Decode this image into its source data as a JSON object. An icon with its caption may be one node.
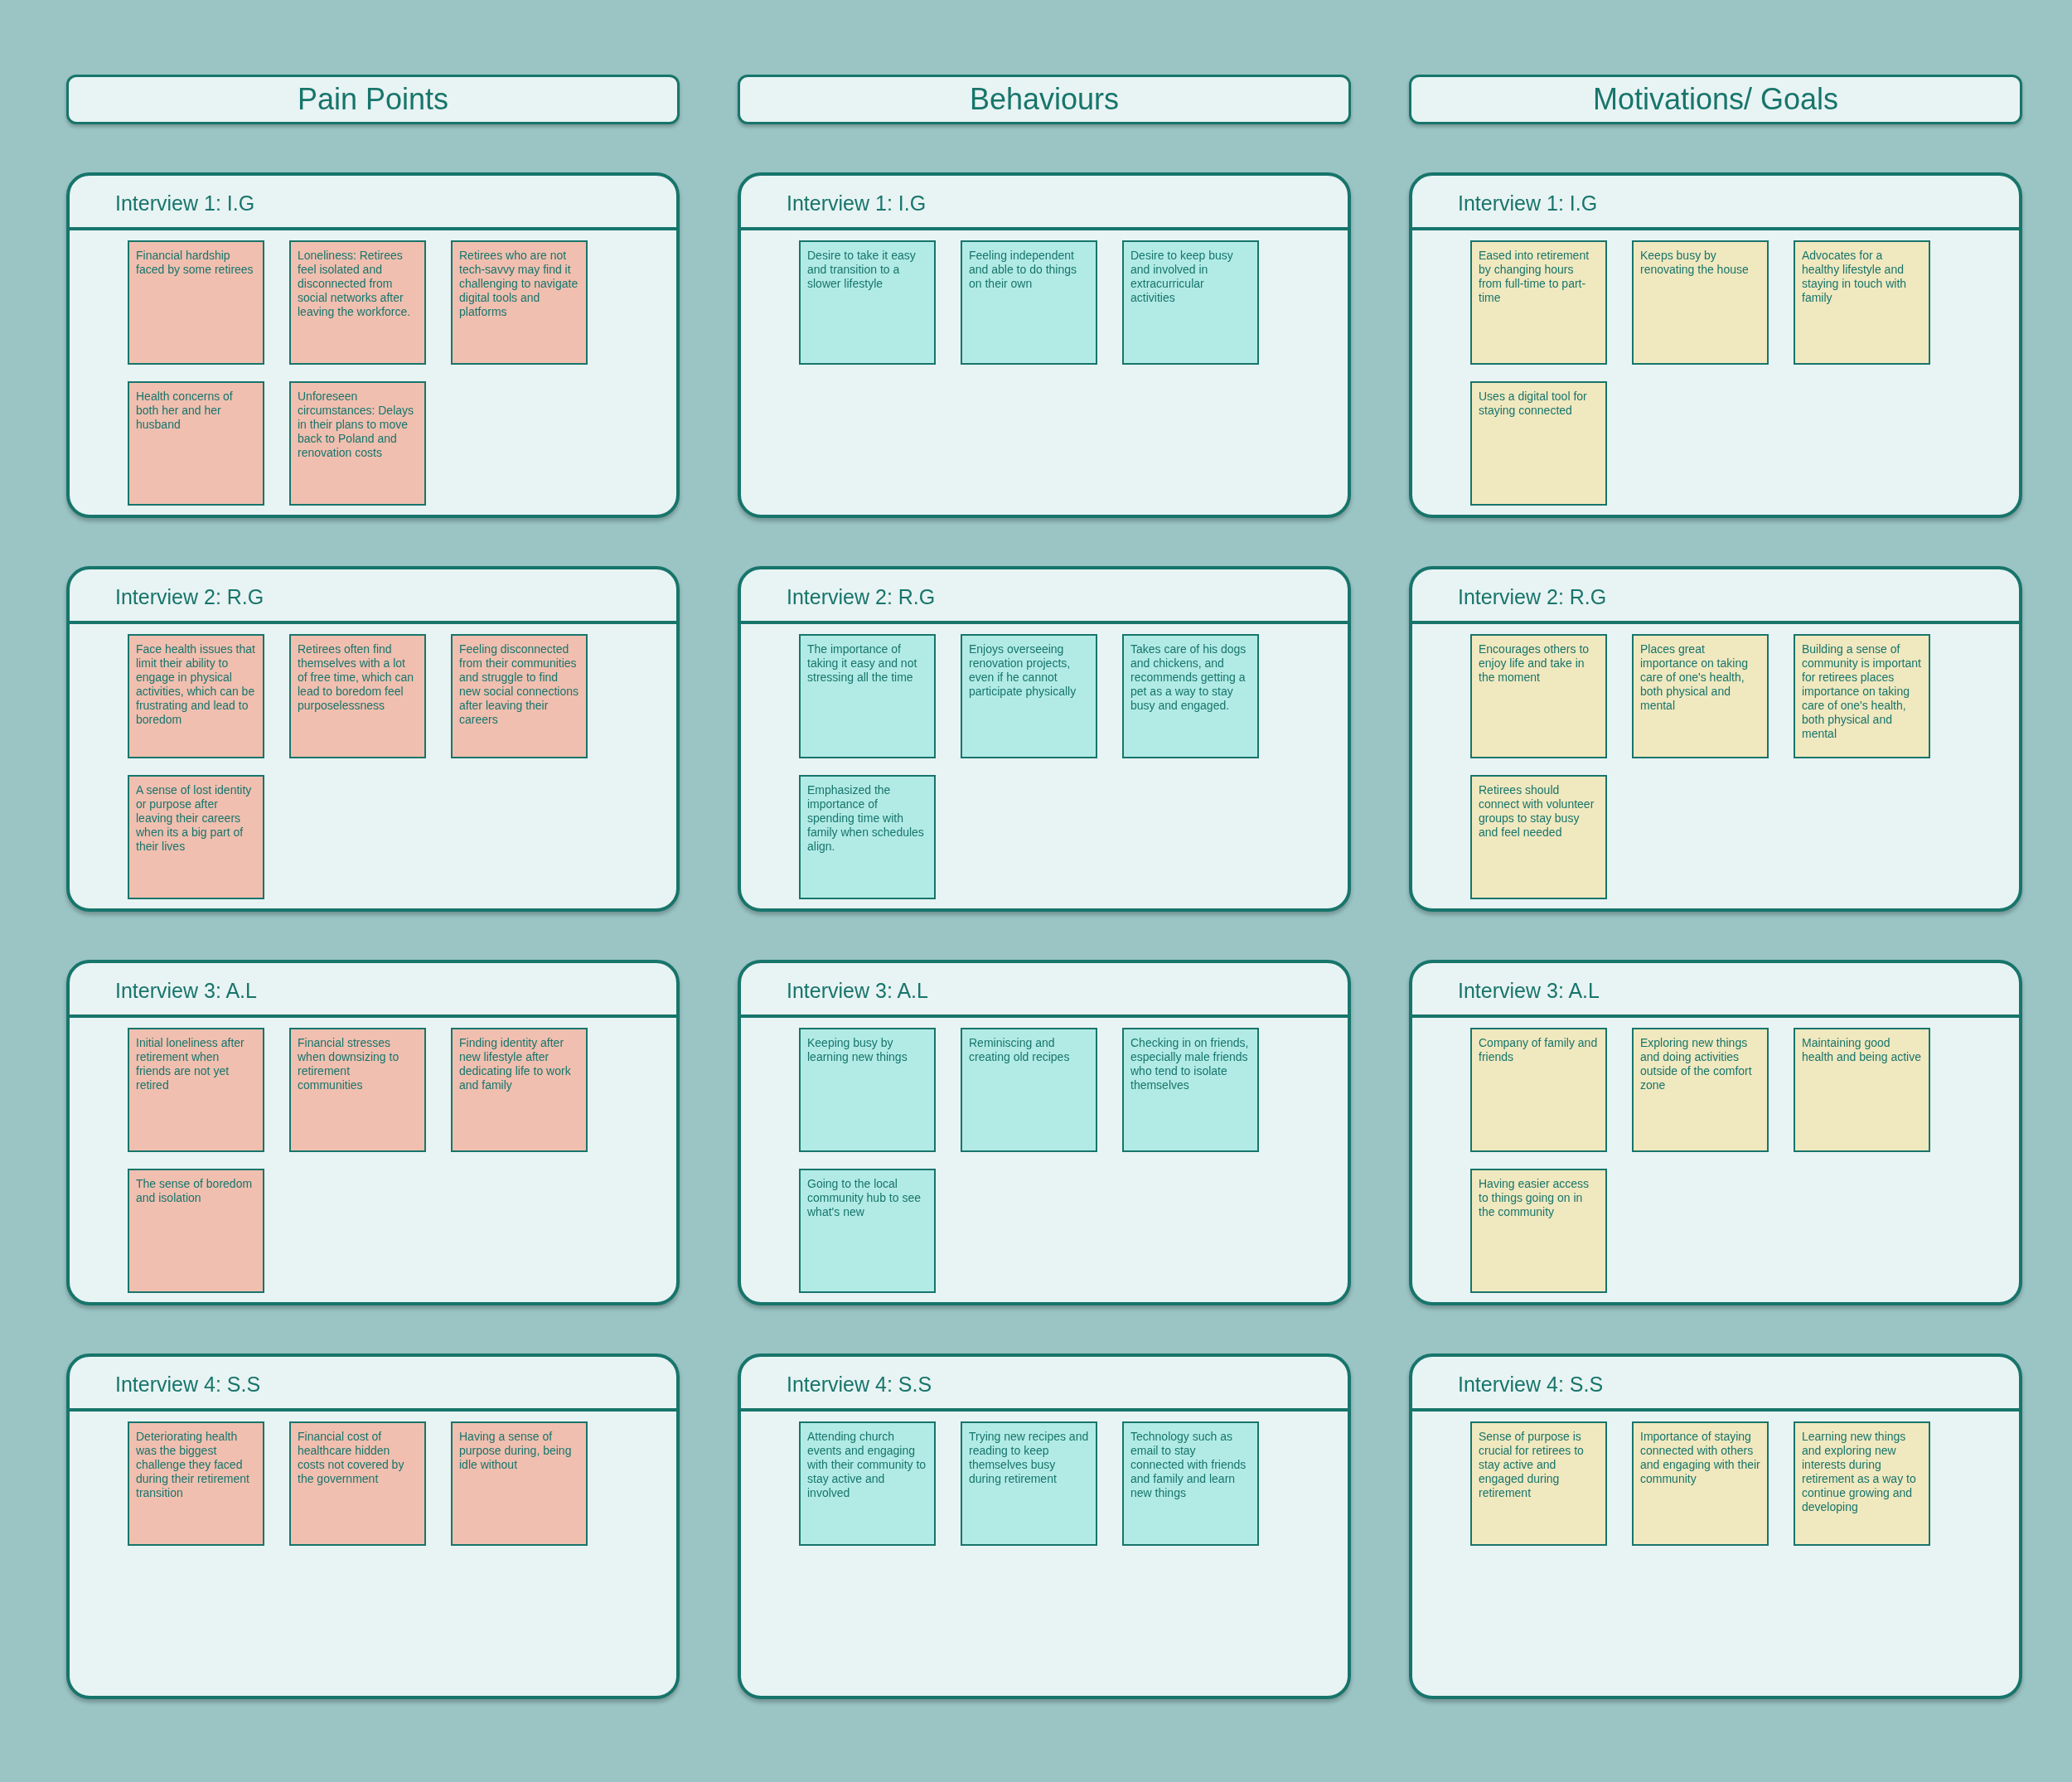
{
  "diagram": {
    "nodes": [
      {
        "text": [
          "Pain Points"
        ]
      },
      {
        "text": [
          "Behaviours"
        ]
      },
      {
        "text": [
          "Motivations/ Goals"
        ]
      },
      {
        "text": [
          "Interview 1: I.G"
        ]
      },
      {
        "text": [
          "Financial hardship faced by some retirees"
        ],
        "in": 3
      },
      {
        "text": [
          "Loneliness: Retirees feel isolated and disconnected from social networks after leaving the workforce."
        ],
        "in": 3
      },
      {
        "text": [
          "Retirees who are not tech-savvy may find it challenging to navigate digital tools and platforms"
        ],
        "in": 3
      },
      {
        "text": [
          "Health concerns of both her and her husband"
        ],
        "in": 3
      },
      {
        "text": [
          "Unforeseen circumstances: Delays in their plans to move back to Poland and renovation costs"
        ],
        "in": 3
      },
      {
        "text": [
          "Interview 1: I.G"
        ]
      },
      {
        "text": [
          "Desire to take it easy and transition to a slower lifestyle"
        ],
        "in": 9
      },
      {
        "text": [
          "Feeling independent and able to do things on their own"
        ],
        "in": 9
      },
      {
        "text": [
          "Desire to keep busy and involved in extracurricular activities"
        ],
        "in": 9
      },
      {
        "text": [
          "Interview 1: I.G"
        ]
      },
      {
        "text": [
          "Eased into retirement by changing hours from full-time to part-time"
        ],
        "in": 13
      },
      {
        "text": [
          "Keeps busy by renovating the house"
        ],
        "in": 13
      },
      {
        "text": [
          "Advocates for a healthy lifestyle and staying in touch with family"
        ],
        "in": 13
      },
      {
        "text": [
          "Uses a digital tool for staying connected"
        ],
        "in": 13
      },
      {
        "text": [
          "Interview 2: R.G"
        ]
      },
      {
        "text": [
          "Face health issues that limit their ability to engage in physical activities, which can be frustrating and lead to boredom"
        ],
        "in": 18
      },
      {
        "text": [
          "Retirees often find themselves with a lot of free time, which can lead to boredom feel purposelessness"
        ],
        "in": 18
      },
      {
        "text": [
          "Feeling disconnected from their communities and struggle to find new social connections after leaving their careers"
        ],
        "in": 18
      },
      {
        "text": [
          "A sense of lost identity or purpose after leaving their careers when its a big part of their lives"
        ],
        "in": 18
      },
      {
        "text": [
          "Interview 2: R.G"
        ]
      },
      {
        "text": [
          "The importance of taking it easy and not stressing all the time"
        ],
        "in": 23
      },
      {
        "text": [
          "Enjoys overseeing renovation projects, even if he cannot participate physically"
        ],
        "in": 23
      },
      {
        "text": [
          "Takes care of his dogs and chickens, and recommends getting a pet as a way to stay busy and engaged."
        ],
        "in": 23
      },
      {
        "text": [
          "Emphasized the importance of spending time with family when schedules align."
        ],
        "in": 23
      },
      {
        "text": [
          "Interview 2: R.G"
        ]
      },
      {
        "text": [
          "Encourages others to enjoy life and take in the moment"
        ],
        "in": 28
      },
      {
        "text": [
          "Places great importance on taking care of one's health, both physical and mental"
        ],
        "in": 28
      },
      {
        "text": [
          "Building a sense of community is important for retirees places importance on taking care of one's health, both physical and mental"
        ],
        "in": 28
      },
      {
        "text": [
          "Retirees should connect with volunteer groups to stay busy and feel needed"
        ],
        "in": 28
      },
      {
        "text": [
          "Interview 3: A.L"
        ]
      },
      {
        "text": [
          "Initial loneliness after retirement when friends are not yet retired"
        ],
        "in": 33
      },
      {
        "text": [
          "Financial stresses when downsizing to retirement communities"
        ],
        "in": 33
      },
      {
        "text": [
          "Finding identity after new lifestyle after dedicating life to work and family"
        ],
        "in": 33
      },
      {
        "text": [
          "The sense of boredom and isolation"
        ],
        "in": 33
      },
      {
        "text": [
          "Interview 3: A.L"
        ]
      },
      {
        "text": [
          "Keeping busy by learning new things"
        ],
        "in": 38
      },
      {
        "text": [
          "Reminiscing and creating old recipes"
        ],
        "in": 38
      },
      {
        "text": [
          "Checking in on friends, especially male friends who tend to isolate themselves"
        ],
        "in": 38
      },
      {
        "text": [
          "Going to the local community hub to see what's new"
        ],
        "in": 38
      },
      {
        "text": [
          "Interview 3: A.L"
        ]
      },
      {
        "text": [
          "Company of family and friends"
        ],
        "in": 43
      },
      {
        "text": [
          "Exploring new things and doing activities outside of the comfort zone"
        ],
        "in": 43
      },
      {
        "text": [
          "Maintaining good health and being active"
        ],
        "in": 43
      },
      {
        "text": [
          "Having easier access to things going on in the community"
        ],
        "in": 43
      },
      {
        "text": [
          "Interview 4: S.S"
        ]
      },
      {
        "text": [
          "Deteriorating health was the biggest challenge they faced during their retirement transition"
        ],
        "in": 48
      },
      {
        "text": [
          "Financial cost of healthcare hidden costs not covered by the government"
        ],
        "in": 48
      },
      {
        "text": [
          "Having a sense of purpose during, being idle without"
        ],
        "in": 48
      },
      {
        "text": [
          "Interview 4: S.S"
        ]
      },
      {
        "text": [
          "Attending church events and engaging with their community to stay active and involved"
        ],
        "in": 52
      },
      {
        "text": [
          "Trying new recipes and reading to keep themselves busy during retirement"
        ],
        "in": 52
      },
      {
        "text": [
          "Technology such as email to stay connected with friends and family and learn new things"
        ],
        "in": 52
      },
      {
        "text": [
          "Interview 4: S.S"
        ]
      },
      {
        "text": [
          "Sense of purpose is crucial for retirees to stay active and engaged during retirement"
        ],
        "in": 56
      },
      {
        "text": [
          "Importance of staying connected with others and engaging with their community"
        ],
        "in": 56
      },
      {
        "text": [
          "Learning new things and exploring new interests during retirement as a way to continue growing and developing"
        ],
        "in": 56
      }
    ]
  }
}
